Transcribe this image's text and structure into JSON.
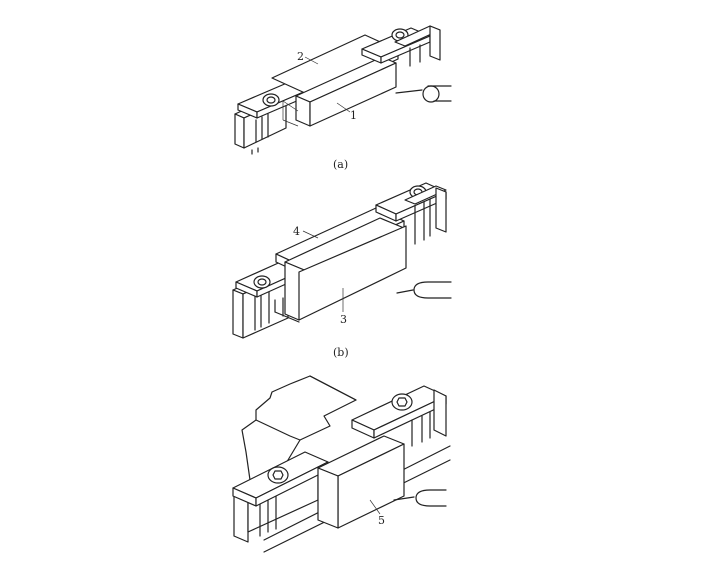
{
  "figures": [
    {
      "caption": "(a)",
      "labels": [
        "2",
        "1"
      ]
    },
    {
      "caption": "(b)",
      "labels": [
        "4",
        "3"
      ]
    },
    {
      "caption": "",
      "labels": [
        "5"
      ]
    }
  ]
}
